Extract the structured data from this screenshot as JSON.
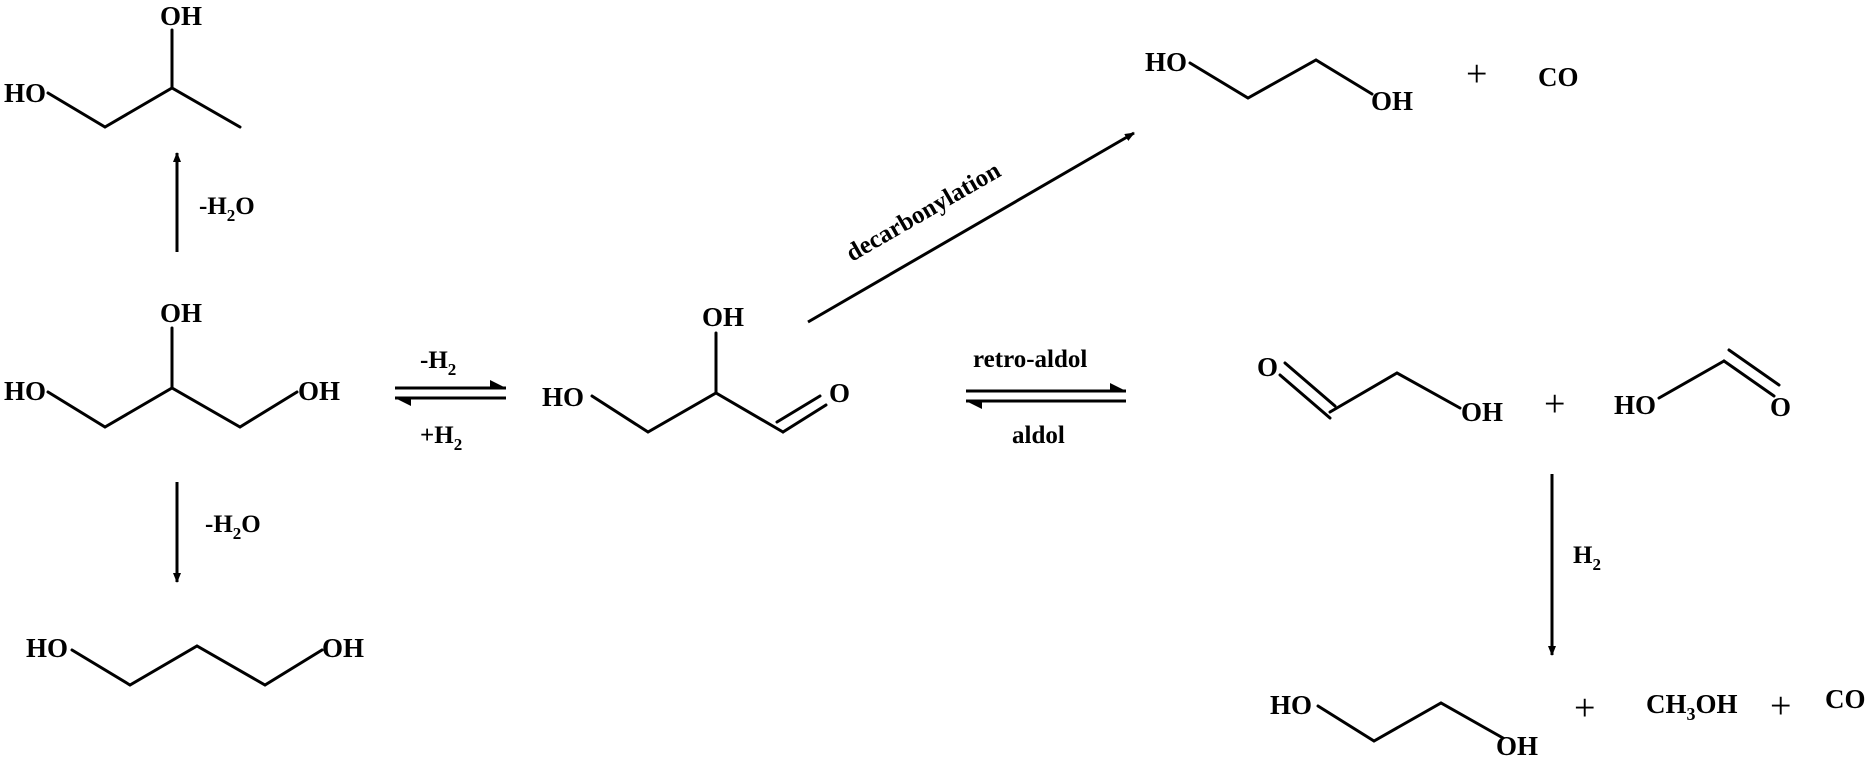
{
  "molecules": {
    "propanediol_12": {
      "oh": "OH",
      "ho": "HO"
    },
    "glycerol": {
      "oh_top": "OH",
      "ho_left": "HO",
      "oh_right": "OH"
    },
    "propanediol_13": {
      "ho": "HO",
      "oh": "OH"
    },
    "glyceraldehyde": {
      "oh_top": "OH",
      "ho_left": "HO",
      "o": "O"
    },
    "ethylene_glycol_top": {
      "ho": "HO",
      "oh": "OH"
    },
    "glycolaldehyde": {
      "o": "O",
      "oh": "OH"
    },
    "formic_acid": {
      "ho": "HO",
      "o": "O"
    },
    "ethylene_glycol_bottom": {
      "ho": "HO",
      "oh": "OH"
    }
  },
  "products": {
    "co_top": "CO",
    "methanol": {
      "ch": "CH",
      "sub": "3",
      "oh": "OH"
    },
    "co_bottom": "CO",
    "plus_sign": "+"
  },
  "conditions": {
    "dehydration_up": {
      "pre": "-H",
      "sub": "2",
      "post": "O"
    },
    "dehydration_down": {
      "pre": "-H",
      "sub": "2",
      "post": "O"
    },
    "dehydrogenation": {
      "pre": "-H",
      "sub": "2"
    },
    "hydrogenation": {
      "pre": "+H",
      "sub": "2"
    },
    "decarbonylation": "decarbonylation",
    "retro_aldol": "retro-aldol",
    "aldol": "aldol",
    "hydrogen": {
      "pre": "H",
      "sub": "2"
    }
  }
}
